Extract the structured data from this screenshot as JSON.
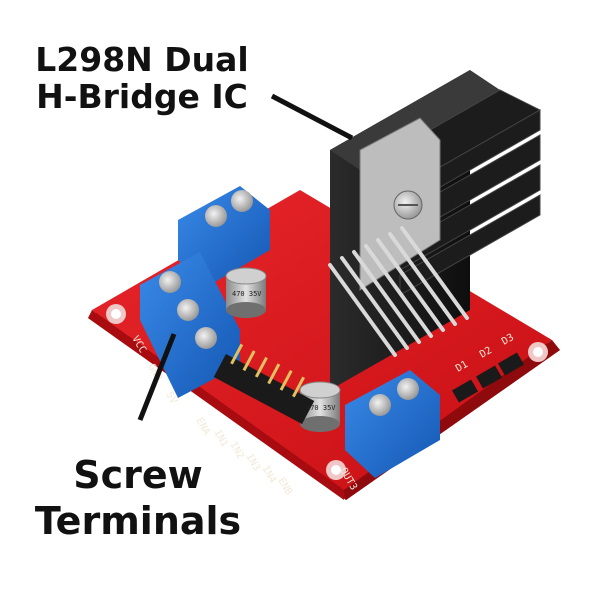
{
  "callouts": {
    "ic_label_line1": "L298N Dual",
    "ic_label_line2": "H-Bridge IC",
    "terminals_label_line1": "Screw",
    "terminals_label_line2": "Terminals"
  },
  "board_silkscreen": {
    "vcc": "VCC",
    "gnd": "GND",
    "five_v": "5V",
    "ena": "ENA",
    "in1": "IN1",
    "in2": "IN2",
    "in3": "IN3",
    "in4": "IN4",
    "enb": "ENB",
    "out3": "OUT3",
    "cap1_value": "470 35V",
    "cap2_value": "470 35V",
    "d1": "D1",
    "d2": "D2",
    "d3": "D3"
  },
  "colors": {
    "pcb": "#d8161a",
    "pcb_edge": "#9c0a0d",
    "terminal_blue": "#1f6fd1",
    "heatsink": "#1a1a1a",
    "callout_text": "#111111"
  }
}
